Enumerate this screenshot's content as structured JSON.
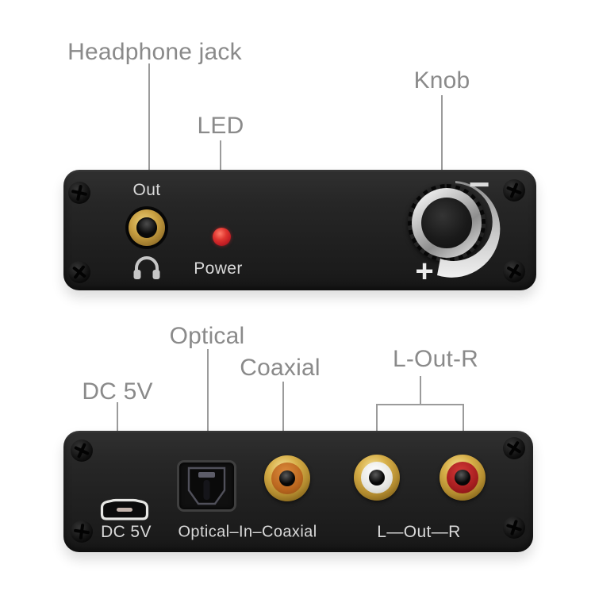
{
  "colors": {
    "background": "#ffffff",
    "label_gray": "#8a8a8a",
    "leader_line": "#9b9b9b",
    "panel_black": "#232323",
    "panel_text": "#d9d9d9",
    "led_red": "#d2232b",
    "jack_gold": "#c89f41",
    "coaxial_orange": "#bb671f",
    "rca_white": "#e7e7e3",
    "rca_red": "#a81e20"
  },
  "front_view": {
    "callouts": [
      {
        "id": "headphone-jack",
        "label": "Headphone jack"
      },
      {
        "id": "led",
        "label": "LED"
      },
      {
        "id": "knob",
        "label": "Knob"
      }
    ],
    "panel": {
      "jack_label": "Out",
      "power_label": "Power",
      "volume_min": "−",
      "volume_max": "+"
    }
  },
  "back_view": {
    "callouts": [
      {
        "id": "dc-5v",
        "label": "DC 5V"
      },
      {
        "id": "optical",
        "label": "Optical"
      },
      {
        "id": "coaxial",
        "label": "Coaxial"
      },
      {
        "id": "l-out-r",
        "label": "L-Out-R"
      }
    ],
    "panel": {
      "dc_label": "DC 5V",
      "input_label": "Optical–In–Coaxial",
      "output_label": "L—Out—R"
    }
  }
}
